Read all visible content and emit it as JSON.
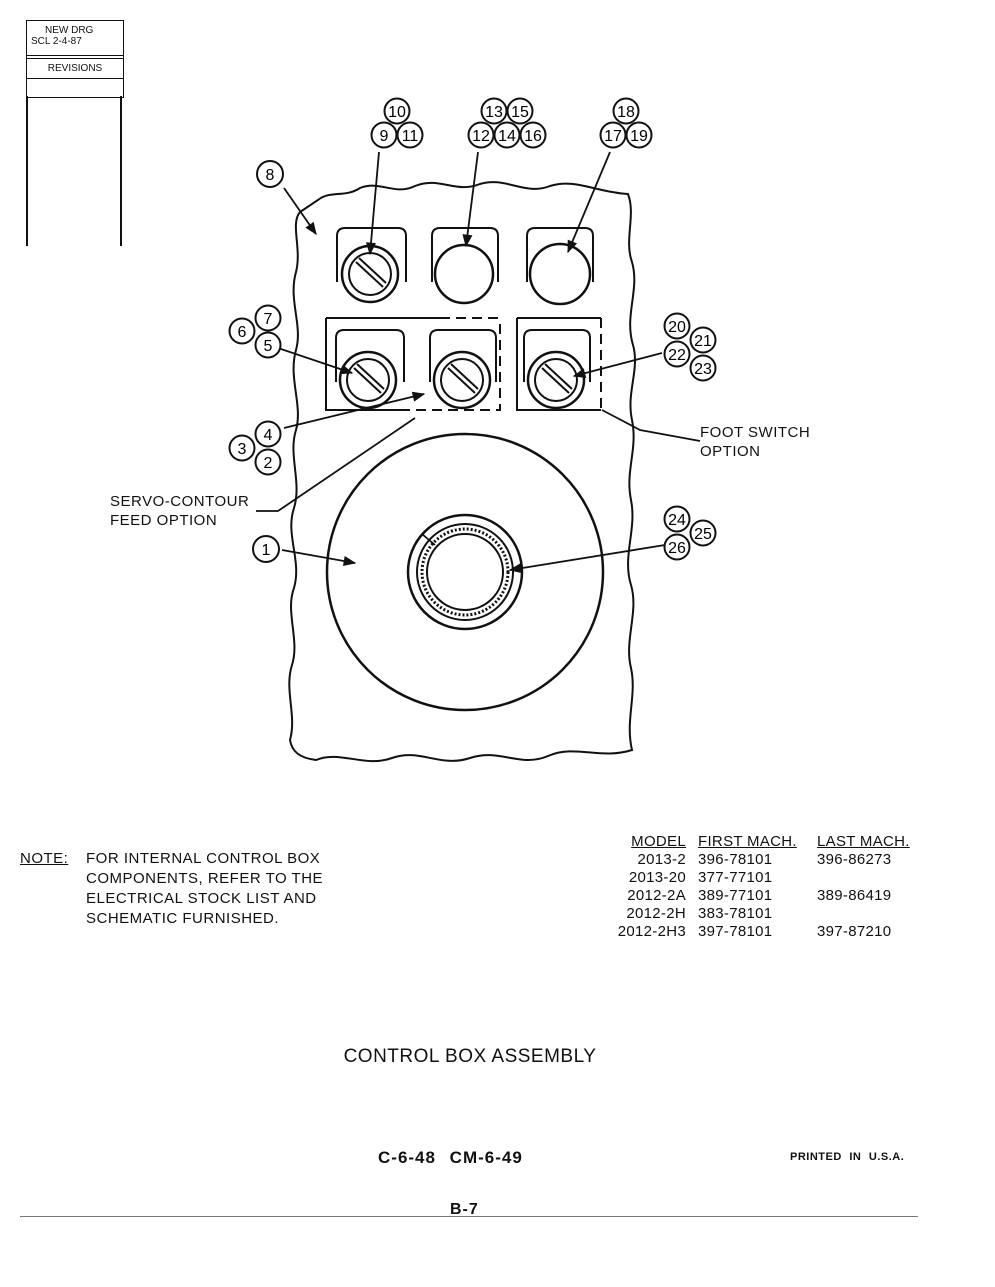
{
  "revision_block": {
    "line1": "NEW DRG",
    "line2": "SCL  2-4-87",
    "revisions_label": "REVISIONS"
  },
  "callouts": {
    "c1": "1",
    "c2": "2",
    "c3": "3",
    "c4": "4",
    "c5": "5",
    "c6": "6",
    "c7": "7",
    "c8": "8",
    "c9": "9",
    "c10": "10",
    "c11": "11",
    "c12": "12",
    "c13": "13",
    "c14": "14",
    "c15": "15",
    "c16": "16",
    "c17": "17",
    "c18": "18",
    "c19": "19",
    "c20": "20",
    "c21": "21",
    "c22": "22",
    "c23": "23",
    "c24": "24",
    "c25": "25",
    "c26": "26"
  },
  "labels": {
    "foot_switch_line1": "FOOT SWITCH",
    "foot_switch_line2": "OPTION",
    "servo_line1": "SERVO-CONTOUR",
    "servo_line2": "FEED OPTION"
  },
  "note": {
    "key": "NOTE:",
    "lines": [
      "FOR INTERNAL CONTROL BOX",
      "COMPONENTS, REFER TO THE",
      "ELECTRICAL STOCK LIST AND",
      "SCHEMATIC FURNISHED."
    ]
  },
  "model_table": {
    "headers": [
      "MODEL",
      "FIRST MACH.",
      "LAST MACH."
    ],
    "rows": [
      [
        "2013-2",
        "396-78101",
        "396-86273"
      ],
      [
        "2013-20",
        "377-77101",
        ""
      ],
      [
        "2012-2A",
        "389-77101",
        "389-86419"
      ],
      [
        "2012-2H",
        "383-78101",
        ""
      ],
      [
        "2012-2H3",
        "397-78101",
        "397-87210"
      ]
    ]
  },
  "title": "CONTROL BOX ASSEMBLY",
  "drawing_numbers": "C-6-48   CM-6-49",
  "printed": "PRINTED IN U.S.A.",
  "page_number": "B-7"
}
